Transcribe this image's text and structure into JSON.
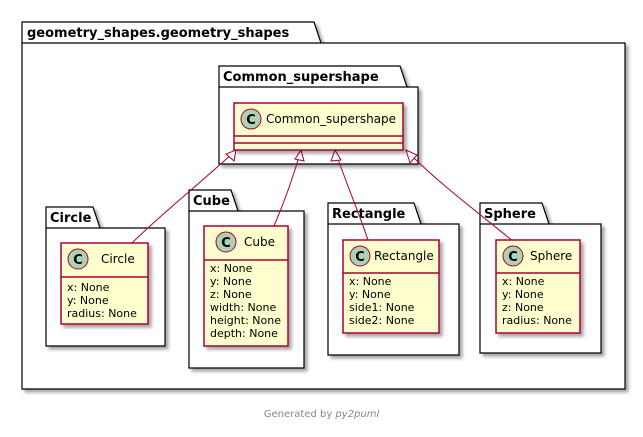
{
  "outer_package": {
    "title": "geometry_shapes.geometry_shapes"
  },
  "packages": {
    "common_supershape": "Common_supershape",
    "circle": "Circle",
    "cube": "Cube",
    "rectangle": "Rectangle",
    "sphere": "Sphere"
  },
  "classes": {
    "common_supershape": {
      "icon": "C",
      "name": "Common_supershape",
      "attributes": []
    },
    "circle": {
      "icon": "C",
      "name": "Circle",
      "attributes": [
        "x: None",
        "y: None",
        "radius: None"
      ]
    },
    "cube": {
      "icon": "C",
      "name": "Cube",
      "attributes": [
        "x: None",
        "y: None",
        "z: None",
        "width: None",
        "height: None",
        "depth: None"
      ]
    },
    "rectangle": {
      "icon": "C",
      "name": "Rectangle",
      "attributes": [
        "x: None",
        "y: None",
        "side1: None",
        "side2: None"
      ]
    },
    "sphere": {
      "icon": "C",
      "name": "Sphere",
      "attributes": [
        "x: None",
        "y: None",
        "z: None",
        "radius: None"
      ]
    }
  },
  "footer": {
    "prefix": "Generated by ",
    "tool": "py2puml"
  },
  "colors": {
    "class_fill": "#FEFECE",
    "class_border": "#A80036",
    "class_icon_fill": "#ADD1B2",
    "edge": "#A80036",
    "package_border": "#000000",
    "footer_text": "#888888"
  }
}
